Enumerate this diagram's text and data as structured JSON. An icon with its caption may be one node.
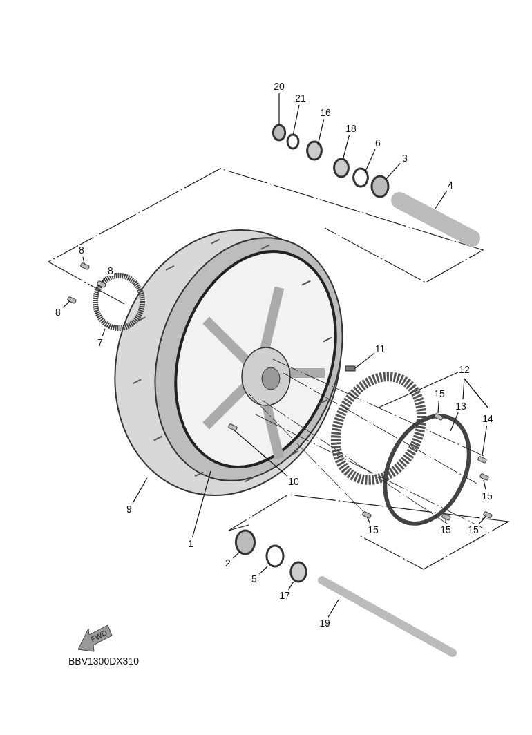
{
  "diagram": {
    "nodes": [
      {
        "text": [
          "20"
        ]
      },
      {
        "text": [
          "21"
        ]
      },
      {
        "text": [
          "16"
        ]
      },
      {
        "text": [
          "18"
        ]
      },
      {
        "text": [
          "6"
        ]
      },
      {
        "text": [
          "3"
        ]
      },
      {
        "text": [
          "4"
        ]
      },
      {
        "text": [
          "8"
        ]
      },
      {
        "text": [
          "8"
        ]
      },
      {
        "text": [
          "8"
        ]
      },
      {
        "text": [
          "7"
        ]
      },
      {
        "text": [
          "11"
        ]
      },
      {
        "text": [
          "13"
        ]
      },
      {
        "text": [
          "15"
        ]
      },
      {
        "text": [
          "14"
        ]
      },
      {
        "text": [
          "10"
        ]
      },
      {
        "text": [
          "15"
        ]
      },
      {
        "text": [
          "9"
        ]
      },
      {
        "text": [
          "15"
        ]
      },
      {
        "text": [
          "15"
        ]
      },
      {
        "text": [
          "15"
        ]
      },
      {
        "text": [
          "1"
        ]
      },
      {
        "text": [
          "2"
        ]
      },
      {
        "text": [
          "5"
        ]
      },
      {
        "text": [
          "17"
        ]
      },
      {
        "text": [
          "19"
        ]
      },
      {
        "text": [
          "12"
        ]
      }
    ],
    "edges": [
      {
        "from": 0,
        "to": null,
        "arrow": "none"
      },
      {
        "from": 1,
        "to": null,
        "arrow": "none"
      },
      {
        "from": 2,
        "to": null,
        "arrow": "none"
      },
      {
        "from": 3,
        "to": null,
        "arrow": "none"
      },
      {
        "from": 4,
        "to": null,
        "arrow": "none"
      },
      {
        "from": 5,
        "to": null,
        "arrow": "none"
      },
      {
        "from": 6,
        "to": null,
        "arrow": "none"
      },
      {
        "from": 7,
        "to": null,
        "arrow": "none"
      },
      {
        "from": 8,
        "to": null,
        "arrow": "none"
      },
      {
        "from": 9,
        "to": null,
        "arrow": "none"
      },
      {
        "from": 10,
        "to": null,
        "arrow": "none"
      },
      {
        "from": 11,
        "to": null,
        "arrow": "none"
      },
      {
        "from": 12,
        "to": null,
        "arrow": "none"
      },
      {
        "from": 13,
        "to": null,
        "arrow": "none"
      },
      {
        "from": 14,
        "to": null,
        "arrow": "none"
      },
      {
        "from": 15,
        "to": null,
        "arrow": "none"
      },
      {
        "from": 16,
        "to": null,
        "arrow": "none"
      },
      {
        "from": 17,
        "to": null,
        "arrow": "none"
      },
      {
        "from": 18,
        "to": null,
        "arrow": "none"
      },
      {
        "from": 19,
        "to": null,
        "arrow": "none"
      },
      {
        "from": 20,
        "to": null,
        "arrow": "none"
      },
      {
        "from": 21,
        "to": null,
        "arrow": "none"
      },
      {
        "from": 22,
        "to": null,
        "arrow": "none"
      },
      {
        "from": 23,
        "to": null,
        "arrow": "none"
      },
      {
        "from": 24,
        "to": null,
        "arrow": "none"
      },
      {
        "from": 25,
        "to": null,
        "arrow": "none"
      },
      {
        "from": 26,
        "to": null,
        "arrow": "none"
      }
    ],
    "labels": [
      "FWD",
      "BBV1300DX310"
    ]
  }
}
